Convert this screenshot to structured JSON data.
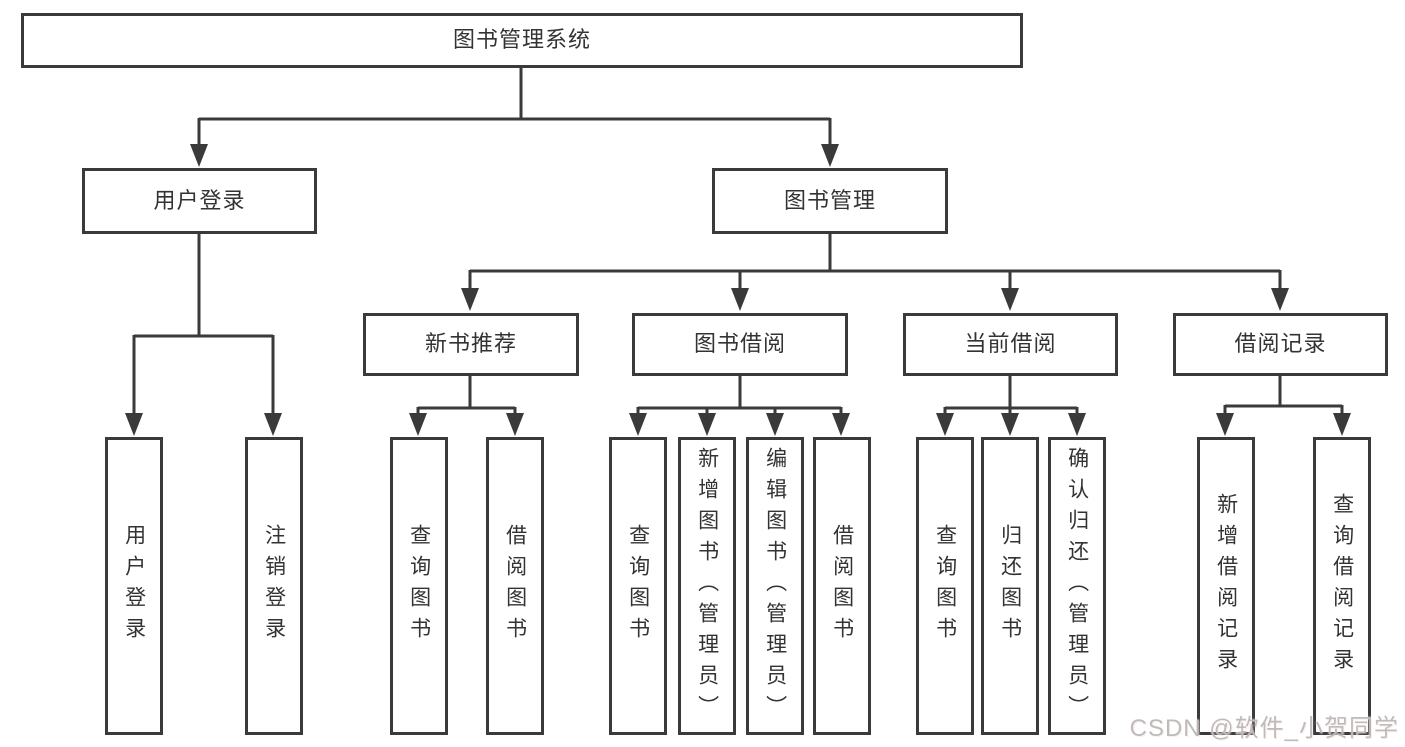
{
  "diagram": {
    "root": {
      "label": "图书管理系统"
    },
    "level2": {
      "user_login": {
        "label": "用户登录"
      },
      "book_mgmt": {
        "label": "图书管理"
      }
    },
    "level3": {
      "new_book_rec": {
        "label": "新书推荐"
      },
      "book_borrow": {
        "label": "图书借阅"
      },
      "current_borrow": {
        "label": "当前借阅"
      },
      "borrow_records": {
        "label": "借阅记录"
      }
    },
    "leaves": {
      "user_login": {
        "label": "用户登录"
      },
      "logout": {
        "label": "注销登录"
      },
      "query_books_rec": {
        "label": "查询图书"
      },
      "borrow_books_rec": {
        "label": "借阅图书"
      },
      "query_books_borrow": {
        "label": "查询图书"
      },
      "add_books_admin": {
        "label": "新增图书（管理员）"
      },
      "edit_books_admin": {
        "label": "编辑图书（管理员）"
      },
      "borrow_books": {
        "label": "借阅图书"
      },
      "query_books_current": {
        "label": "查询图书"
      },
      "return_books": {
        "label": "归还图书"
      },
      "confirm_return_admin": {
        "label": "确认归还（管理员）"
      },
      "add_borrow_record": {
        "label": "新增借阅记录"
      },
      "query_borrow_record": {
        "label": "查询借阅记录"
      }
    },
    "watermark": "CSDN @软件_小贺同学",
    "colors": {
      "line": "#3a3a3a",
      "text": "#333333",
      "background": "#ffffff",
      "watermark_gray": "#bab7b7"
    }
  }
}
